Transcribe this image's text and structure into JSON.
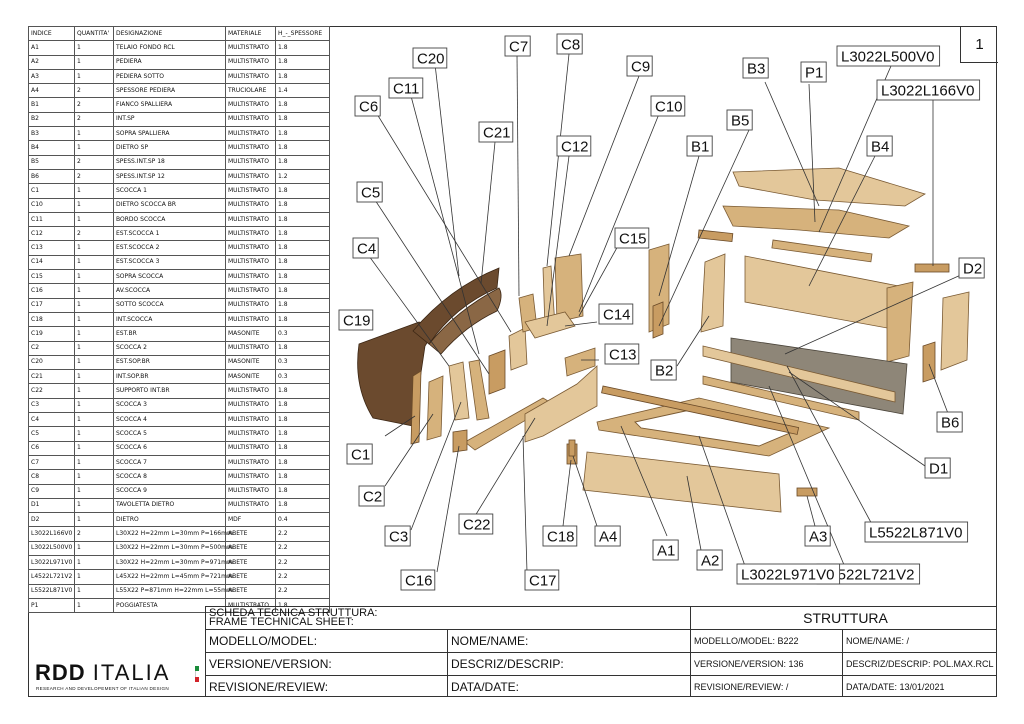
{
  "page_number": "1",
  "table": {
    "headers": [
      "INDICE",
      "QUANTITA'",
      "DESIGNAZIONE",
      "MATERIALE",
      "H_-_SPESSORE"
    ],
    "rows": [
      [
        "A1",
        "1",
        "TELAIO FONDO RCL",
        "MULTISTRATO",
        "1.8"
      ],
      [
        "A2",
        "1",
        "PEDIERA",
        "MULTISTRATO",
        "1.8"
      ],
      [
        "A3",
        "1",
        "PEDIERA SOTTO",
        "MULTISTRATO",
        "1.8"
      ],
      [
        "A4",
        "2",
        "SPESSORE PEDIERA",
        "TRUCIOLARE",
        "1.4"
      ],
      [
        "B1",
        "2",
        "FIANCO SPALLIERA",
        "MULTISTRATO",
        "1.8"
      ],
      [
        "B2",
        "2",
        "INT.SP",
        "MULTISTRATO",
        "1.8"
      ],
      [
        "B3",
        "1",
        "SOPRA SPALLIERA",
        "MULTISTRATO",
        "1.8"
      ],
      [
        "B4",
        "1",
        "DIETRO SP",
        "MULTISTRATO",
        "1.8"
      ],
      [
        "B5",
        "2",
        "SPESS.INT.SP 18",
        "MULTISTRATO",
        "1.8"
      ],
      [
        "B6",
        "2",
        "SPESS.INT.SP 12",
        "MULTISTRATO",
        "1.2"
      ],
      [
        "C1",
        "1",
        "SCOCCA 1",
        "MULTISTRATO",
        "1.8"
      ],
      [
        "C10",
        "1",
        "DIETRO SCOCCA BR",
        "MULTISTRATO",
        "1.8"
      ],
      [
        "C11",
        "1",
        "BORDO SCOCCA",
        "MULTISTRATO",
        "1.8"
      ],
      [
        "C12",
        "2",
        "EST.SCOCCA 1",
        "MULTISTRATO",
        "1.8"
      ],
      [
        "C13",
        "1",
        "EST.SCOCCA 2",
        "MULTISTRATO",
        "1.8"
      ],
      [
        "C14",
        "1",
        "EST.SCOCCA 3",
        "MULTISTRATO",
        "1.8"
      ],
      [
        "C15",
        "1",
        "SOPRA SCOCCA",
        "MULTISTRATO",
        "1.8"
      ],
      [
        "C16",
        "1",
        "AV.SCOCCA",
        "MULTISTRATO",
        "1.8"
      ],
      [
        "C17",
        "1",
        "SOTTO SCOCCA",
        "MULTISTRATO",
        "1.8"
      ],
      [
        "C18",
        "1",
        "INT.SCOCCA",
        "MULTISTRATO",
        "1.8"
      ],
      [
        "C19",
        "1",
        "EST.BR",
        "MASONITE",
        "0.3"
      ],
      [
        "C2",
        "1",
        "SCOCCA 2",
        "MULTISTRATO",
        "1.8"
      ],
      [
        "C20",
        "1",
        "EST.SOP.BR",
        "MASONITE",
        "0.3"
      ],
      [
        "C21",
        "1",
        "INT.SOP.BR",
        "MASONITE",
        "0.3"
      ],
      [
        "C22",
        "1",
        "SUPPORTO INT.BR",
        "MULTISTRATO",
        "1.8"
      ],
      [
        "C3",
        "1",
        "SCOCCA 3",
        "MULTISTRATO",
        "1.8"
      ],
      [
        "C4",
        "1",
        "SCOCCA 4",
        "MULTISTRATO",
        "1.8"
      ],
      [
        "C5",
        "1",
        "SCOCCA 5",
        "MULTISTRATO",
        "1.8"
      ],
      [
        "C6",
        "1",
        "SCOCCA 6",
        "MULTISTRATO",
        "1.8"
      ],
      [
        "C7",
        "1",
        "SCOCCA 7",
        "MULTISTRATO",
        "1.8"
      ],
      [
        "C8",
        "1",
        "SCOCCA 8",
        "MULTISTRATO",
        "1.8"
      ],
      [
        "C9",
        "1",
        "SCOCCA 9",
        "MULTISTRATO",
        "1.8"
      ],
      [
        "D1",
        "1",
        "TAVOLETTA DIETRO",
        "MULTISTRATO",
        "1.8"
      ],
      [
        "D2",
        "1",
        "DIETRO",
        "MDF",
        "0.4"
      ],
      [
        "L3022L166V0",
        "2",
        "L30X22 H=22mm L=30mm P=166mm",
        "ABETE",
        "2.2"
      ],
      [
        "L3022L500V0",
        "1",
        "L30X22 H=22mm L=30mm P=500mm",
        "ABETE",
        "2.2"
      ],
      [
        "L3022L971V0",
        "1",
        "L30X22 H=22mm L=30mm P=971mm",
        "ABETE",
        "2.2"
      ],
      [
        "L4522L721V2",
        "1",
        "L45X22 H=22mm L=45mm P=721mm",
        "ABETE",
        "2.2"
      ],
      [
        "L5522L871V0",
        "1",
        "L55X22 P=871mm H=22mm L=55mm",
        "ABETE",
        "2.2"
      ],
      [
        "P1",
        "1",
        "POGGIATESTA",
        "MULTISTRATO",
        "1.8"
      ]
    ]
  },
  "labels": {
    "C20": "C20",
    "C7": "C7",
    "C8": "C8",
    "C11": "C11",
    "C6": "C6",
    "C9": "C9",
    "C10": "C10",
    "C21": "C21",
    "C12": "C12",
    "C5": "C5",
    "C4": "C4",
    "C15": "C15",
    "C19": "C19",
    "C14": "C14",
    "C13": "C13",
    "C1": "C1",
    "C2": "C2",
    "C3": "C3",
    "C22": "C22",
    "C16": "C16",
    "C17": "C17",
    "C18": "C18",
    "A4": "A4",
    "A1": "A1",
    "A2": "A2",
    "A3": "A3",
    "B1": "B1",
    "B2": "B2",
    "B3": "B3",
    "B4": "B4",
    "B5": "B5",
    "B6": "B6",
    "P1": "P1",
    "D1": "D1",
    "D2": "D2",
    "L3022L500V0": "L3022L500V0",
    "L3022L166V0": "L3022L166V0",
    "L5522L871V0": "L5522L871V0",
    "L4522L721V2": "L4522L721V2",
    "L3022L971V0": "L3022L971V0"
  },
  "title_block": {
    "sheet_title_1": "SCHEDA TECNICA STRUTTURA:",
    "sheet_title_2": "FRAME   TECHNICAL   SHEET:",
    "struttura": "STRUTTURA",
    "modello_label": "MODELLO/MODEL:",
    "name_label": "NOME/NAME:",
    "versione_label": "VERSIONE/VERSION:",
    "descriz_label": "DESCRIZ/DESCRIP:",
    "revisione_label": "REVISIONE/REVIEW:",
    "data_label": "DATA/DATE:",
    "modello_value": "MODELLO/MODEL:  B222",
    "name_value": "NOME/NAME:  /",
    "versione_value": "VERSIONE/VERSION:  136",
    "descriz_value": "DESCRIZ/DESCRIP:  POL.MAX.RCL",
    "revisione_value": "REVISIONE/REVIEW:  /",
    "data_value": "DATA/DATE:  13/01/2021"
  },
  "logo": {
    "brand_rdd": "RDD",
    "brand_italia": "ITALIA",
    "tagline": "RESEARCH AND DEVELOPEMENT OF ITALIAN DESIGN"
  }
}
